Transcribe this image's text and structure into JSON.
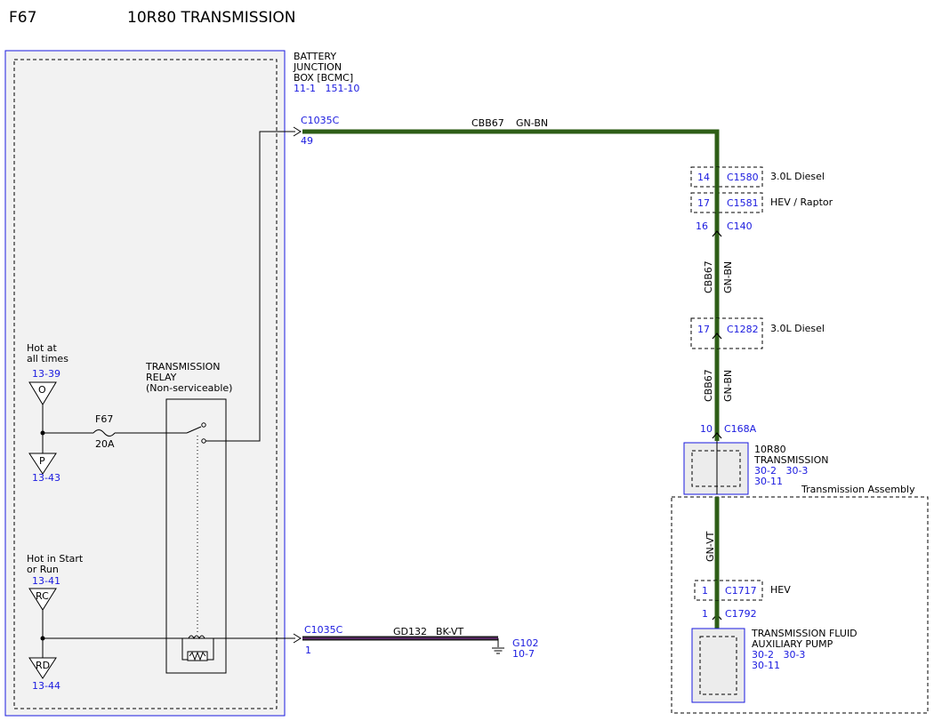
{
  "header": {
    "page_id": "F67",
    "title": "10R80 TRANSMISSION"
  },
  "bjb": {
    "name_line1": "BATTERY",
    "name_line2": "JUNCTION",
    "name_line3": "BOX [BCMC]",
    "refs": "11-1   151-10"
  },
  "top_circuit": {
    "connector": "C1035C",
    "pin": "49",
    "circuit": "CBB67",
    "color": "GN-BN",
    "wire_color_hex": "#2e5e17"
  },
  "inline_connectors": [
    {
      "pin": "14",
      "connector": "C1580",
      "note": "3.0L Diesel"
    },
    {
      "pin": "17",
      "connector": "C1581",
      "note": "HEV / Raptor"
    },
    {
      "pin": "16",
      "connector": "C140",
      "note": ""
    },
    {
      "pin": "17",
      "connector": "C1282",
      "note": "3.0L Diesel"
    },
    {
      "pin": "10",
      "connector": "C168A",
      "note": ""
    }
  ],
  "vertical_wire_labels": [
    {
      "circuit": "CBB67",
      "color": "GN-BN"
    },
    {
      "circuit": "CBB67",
      "color": "GN-BN"
    }
  ],
  "transmission_module": {
    "name_line1": "10R80",
    "name_line2": "TRANSMISSION",
    "refs_line1": "30-2   30-3",
    "refs_line2": "30-11"
  },
  "assembly": {
    "title": "Transmission Assembly",
    "wire_color": "GN-VT",
    "hev_connector": {
      "pin": "1",
      "connector": "C1717",
      "note": "HEV"
    },
    "pump_connector": {
      "pin": "1",
      "connector": "C1792"
    },
    "pump": {
      "name_line1": "TRANSMISSION FLUID",
      "name_line2": "AUXILIARY PUMP",
      "refs_line1": "30-2   30-3",
      "refs_line2": "30-11"
    }
  },
  "power": {
    "hot_at_all_times_line1": "Hot at",
    "hot_at_all_times_line2": "all times",
    "ref_13_39": "13-39",
    "bus_o": "O",
    "bus_p": "P",
    "ref_13_43": "13-43",
    "fuse_name": "F67",
    "fuse_rating": "20A",
    "hot_start_run_line1": "Hot in Start",
    "hot_start_run_line2": "or Run",
    "ref_13_41": "13-41",
    "bus_rc": "RC",
    "bus_rd": "RD",
    "ref_13_44": "13-44"
  },
  "relay": {
    "name_line1": "TRANSMISSION",
    "name_line2": "RELAY",
    "name_line3": "(Non-serviceable)"
  },
  "ground_circuit": {
    "connector": "C1035C",
    "pin": "1",
    "circuit": "GD132",
    "color": "BK-VT",
    "ground_id": "G102",
    "ground_ref": "10-7",
    "wire_color_hex": "#1c1c1c",
    "stripe_color_hex": "#6a2a7a"
  }
}
